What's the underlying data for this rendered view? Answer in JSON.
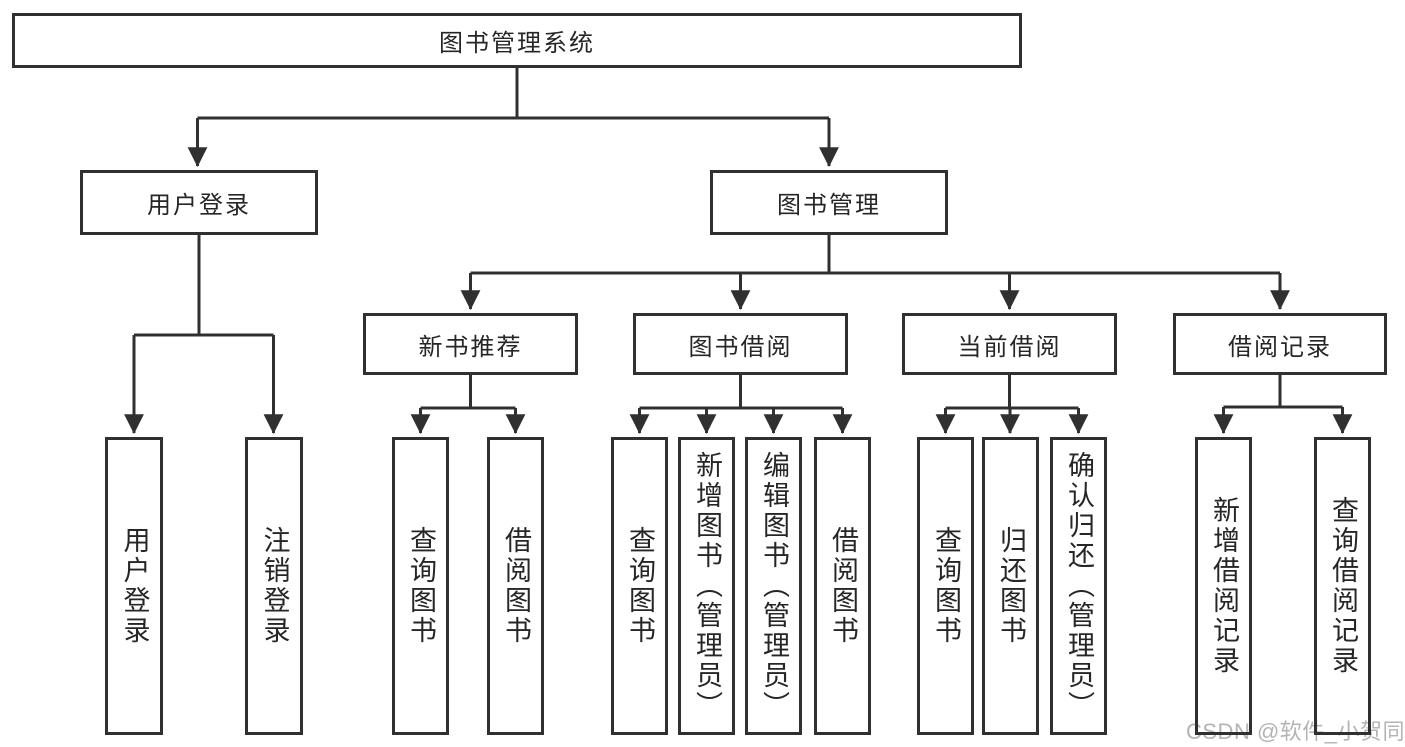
{
  "tree": {
    "label": "图书管理系统",
    "children": [
      {
        "label": "用户登录",
        "children": [
          {
            "label": "用户登录"
          },
          {
            "label": "注销登录"
          }
        ]
      },
      {
        "label": "图书管理",
        "children": [
          {
            "label": "新书推荐",
            "children": [
              {
                "label": "查询图书"
              },
              {
                "label": "借阅图书"
              }
            ]
          },
          {
            "label": "图书借阅",
            "children": [
              {
                "label": "查询图书"
              },
              {
                "label": "新增图书（管理员）"
              },
              {
                "label": "编辑图书（管理员）"
              },
              {
                "label": "借阅图书"
              }
            ]
          },
          {
            "label": "当前借阅",
            "children": [
              {
                "label": "查询图书"
              },
              {
                "label": "归还图书"
              },
              {
                "label": "确认归还（管理员）"
              }
            ]
          },
          {
            "label": "借阅记录",
            "children": [
              {
                "label": "新增借阅记录"
              },
              {
                "label": "查询借阅记录"
              }
            ]
          }
        ]
      }
    ]
  },
  "watermark": {
    "text": "CSDN @软件_小贺同学"
  },
  "colors": {
    "line": "#303030",
    "text": "#262626",
    "background": "#ffffff",
    "watermark": "#b4b4b4"
  }
}
